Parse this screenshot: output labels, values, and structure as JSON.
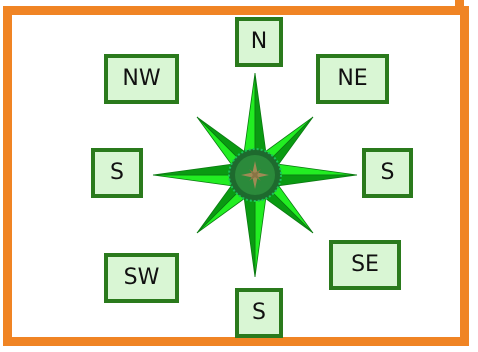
{
  "directions": {
    "n": "N",
    "nw": "NW",
    "ne": "NE",
    "w": "S",
    "e": "S",
    "sw": "SW",
    "se": "SE",
    "s": "S"
  },
  "colors": {
    "frame": "#f08424",
    "tile_border": "#2a7a1c",
    "tile_fill": "#d9f6d4",
    "star_light": "#22ee22",
    "star_dark": "#0a9a12",
    "center": "#1e6a2e"
  },
  "icon": "compass-rose-icon"
}
